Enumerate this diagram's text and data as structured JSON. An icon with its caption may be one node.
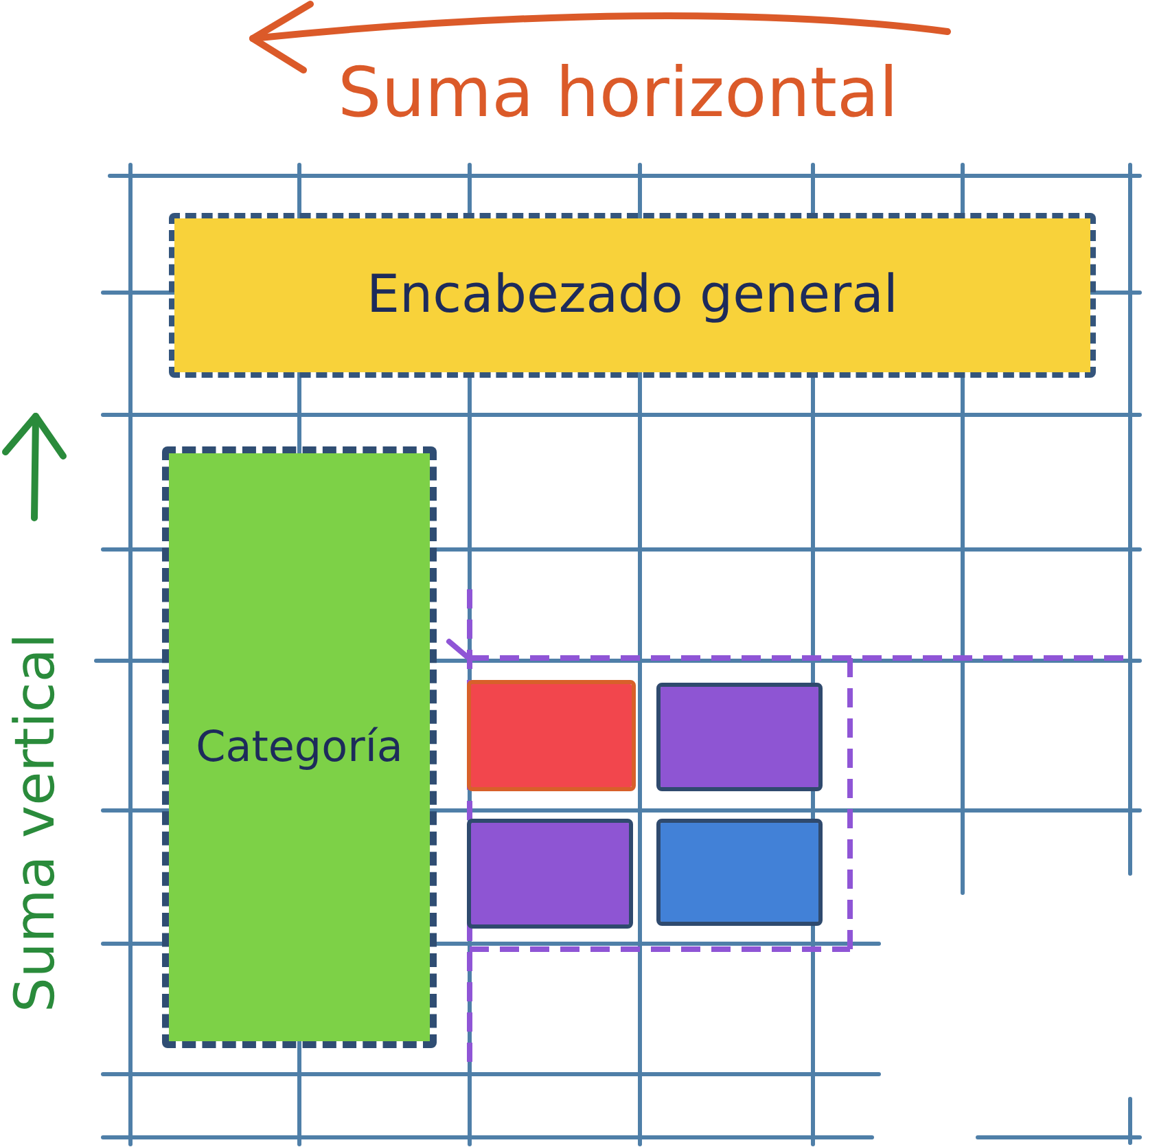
{
  "diagram": {
    "nodes": [
      {
        "text": [
          "Encabezado general"
        ]
      },
      {
        "text": [
          "Categoría"
        ]
      },
      {
        "text": [],
        "shape": "box"
      },
      {
        "text": [],
        "shape": "box"
      },
      {
        "text": [],
        "shape": "box"
      },
      {
        "text": [],
        "shape": "box"
      }
    ],
    "labels": [
      "Suma horizontal",
      "Suma vertical"
    ]
  }
}
